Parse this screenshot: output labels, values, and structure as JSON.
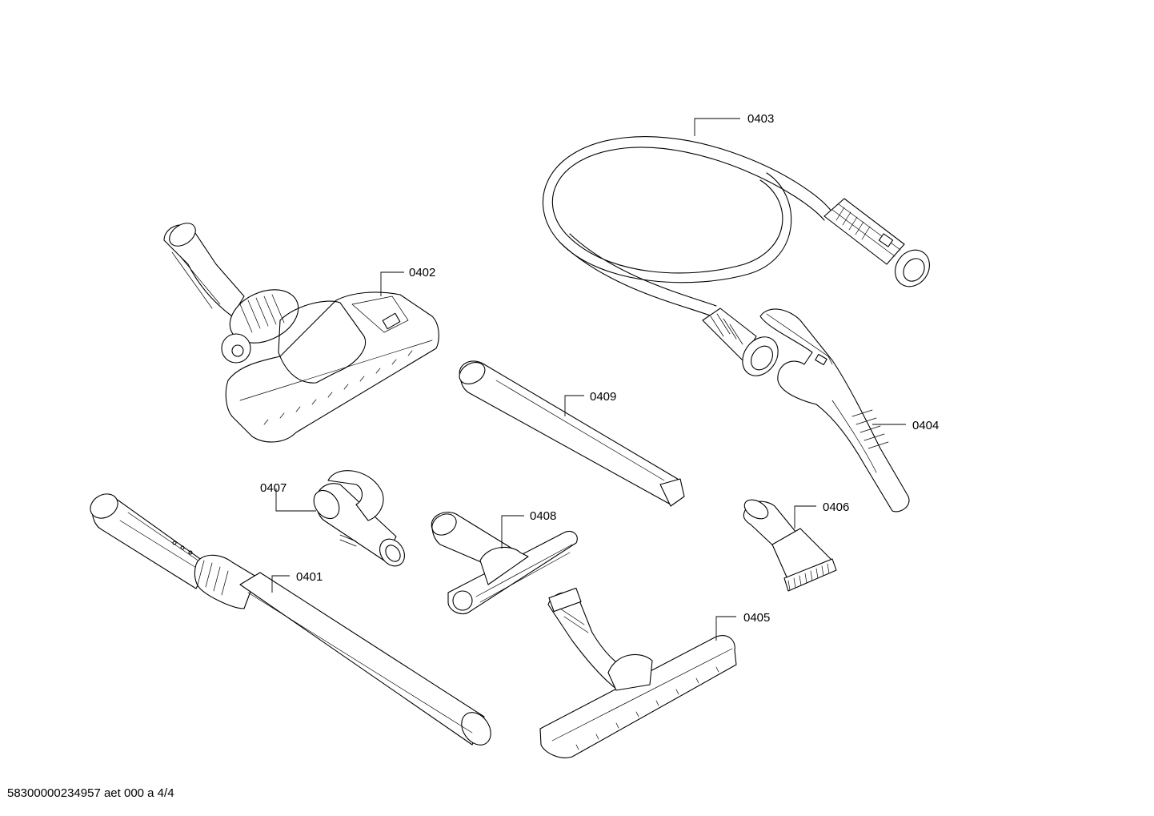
{
  "callouts": {
    "p0401": "0401",
    "p0402": "0402",
    "p0403": "0403",
    "p0404": "0404",
    "p0405": "0405",
    "p0406": "0406",
    "p0407": "0407",
    "p0408": "0408",
    "p0409": "0409"
  },
  "footer": {
    "document_id": "58300000234957 aet 000 a 4/4"
  }
}
